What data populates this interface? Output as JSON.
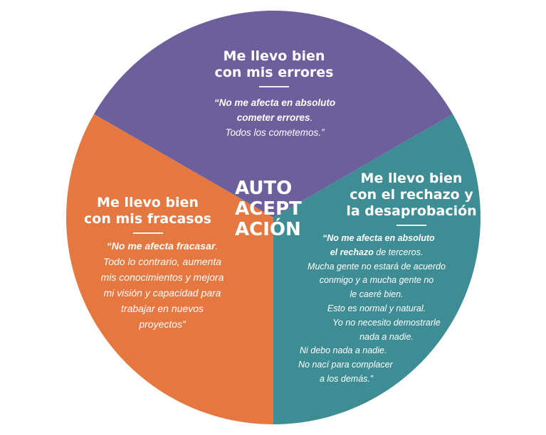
{
  "colors": {
    "purple": "#6c5f9c",
    "teal": "#3f8d94",
    "orange": "#e57840",
    "text": "#ffffff"
  },
  "center": {
    "line1": "AUTO",
    "line2": "ACEPT",
    "line3": "ACIÓN"
  },
  "segments": {
    "errores": {
      "title_line1": "Me llevo bien",
      "title_line2": "con mis errores",
      "quote_line1": "“No me afecta en absoluto",
      "quote_line2_bold": "cometer errores",
      "quote_line2_rest": ".",
      "quote_line3": "Todos los cometemos.”"
    },
    "rechazo": {
      "title_line1": "Me llevo bien",
      "title_line2": "con el rechazo y",
      "title_line3": "la desaprobación",
      "quote_line1": "“No me afecta en absoluto",
      "quote_line2_bold": "el rechazo",
      "quote_line2_rest": " de terceros.",
      "quote_line3": "Mucha gente no estará de acuerdo",
      "quote_line4": "conmigo y a mucha gente no",
      "quote_line5": "le caeré bien.",
      "quote_line6": "Esto es normal y natural.",
      "quote_line7": "Yo no necesito demostrarle",
      "quote_line8": "nada a nadie.",
      "quote_line9": "Ni debo nada a nadie.",
      "quote_line10": "No nací para complacer",
      "quote_line11": "a los demás.”"
    },
    "fracasos": {
      "title_line1": "Me llevo bien",
      "title_line2": "con mis fracasos",
      "quote_line1_bold": "“No me afecta fracasar",
      "quote_line1_rest": ".",
      "quote_line2": "Todo lo contrario, aumenta",
      "quote_line3": "mis conocimientos y mejora",
      "quote_line4": "mi visión y capacidad para",
      "quote_line5": "trabajar en nuevos",
      "quote_line6": "proyectos”"
    }
  }
}
